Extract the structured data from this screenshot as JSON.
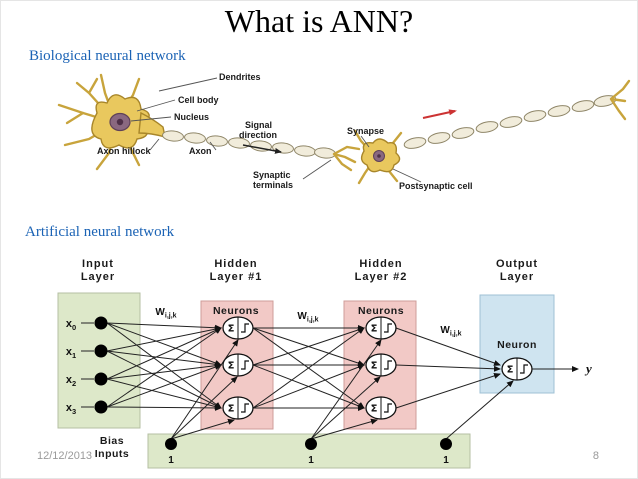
{
  "slide": {
    "title": "What is ANN?",
    "footer_date": "12/12/2013",
    "page_number": "8"
  },
  "bio": {
    "section_label": "Biological neural network",
    "labels": {
      "dendrites": "Dendrites",
      "cell_body": "Cell body",
      "nucleus": "Nucleus",
      "axon_hillock": "Axon hillock",
      "axon": "Axon",
      "signal_l1": "Signal",
      "signal_l2": "direction",
      "synapse": "Synapse",
      "terminals_l1": "Synaptic",
      "terminals_l2": "terminals",
      "postsynaptic": "Postsynaptic cell"
    }
  },
  "ann": {
    "section_label": "Artificial neural network",
    "headers": {
      "input_l1": "Input",
      "input_l2": "Layer",
      "h1_l1": "Hidden",
      "h1_l2": "Layer #1",
      "h2_l1": "Hidden",
      "h2_l2": "Layer #2",
      "out_l1": "Output",
      "out_l2": "Layer"
    },
    "neurons_label": "Neurons",
    "neuron_label": "Neuron",
    "inputs": [
      {
        "base": "x",
        "sub": "0"
      },
      {
        "base": "x",
        "sub": "1"
      },
      {
        "base": "x",
        "sub": "2"
      },
      {
        "base": "x",
        "sub": "3"
      }
    ],
    "weight": {
      "base": "W",
      "sub": "i,j,k"
    },
    "bias": {
      "l1": "Bias",
      "l2": "Inputs",
      "values": [
        "1",
        "1",
        "1"
      ]
    },
    "output_var": "y",
    "sum_symbol": "Σ"
  },
  "colors": {
    "section_label_blue": "#1b63b5",
    "input_bg": "#dde8c9",
    "hidden_bg": "#f2c9c6",
    "output_bg": "#cfe4f0",
    "bias_bg": "#dde8c9",
    "neuron_body_yellow": "#e9c85e",
    "signal_arrow_red": "#cc3333"
  }
}
